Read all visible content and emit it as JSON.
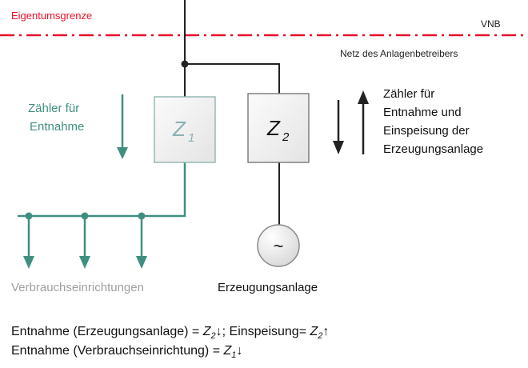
{
  "diagram": {
    "boundary_label": "Eigentumsgrenze",
    "grid_operator_label": "VNB",
    "operator_network_label": "Netz des Anlagenbetreibers",
    "meter_z1": {
      "letter": "Z",
      "subscript": "1"
    },
    "meter_z2": {
      "letter": "Z",
      "subscript": "2"
    },
    "consumption_meter_label": {
      "line1": "Zähler für",
      "line2": "Entnahme"
    },
    "generation_meter_label": {
      "line1": "Zähler für",
      "line2": "Entnahme und",
      "line3": "Einspeisung der",
      "line4": "Erzeugungsanlage"
    },
    "generator_symbol": "~",
    "consumers_label": "Verbrauchseinrichtungen",
    "generation_plant_label": "Erzeugungsanlage",
    "formula_line1": {
      "part1": "Entnahme (Erzeugungsanlage) = ",
      "z_letter": "Z",
      "z_sub": "2",
      "arrow": "↓",
      "part2": ";  Einspeisung= ",
      "z2_letter": "Z",
      "z2_sub": "2",
      "arrow2": "↑"
    },
    "formula_line2": {
      "part1": "Entnahme (Verbrauchseinrichtung) = ",
      "z_letter": "Z",
      "z_sub": "1",
      "arrow": "↓"
    },
    "colors": {
      "boundary": "#e8102a",
      "consumer_teal": "#3f8f80",
      "line_dark": "#222222",
      "meter_fill": "#f0f0f0"
    }
  }
}
